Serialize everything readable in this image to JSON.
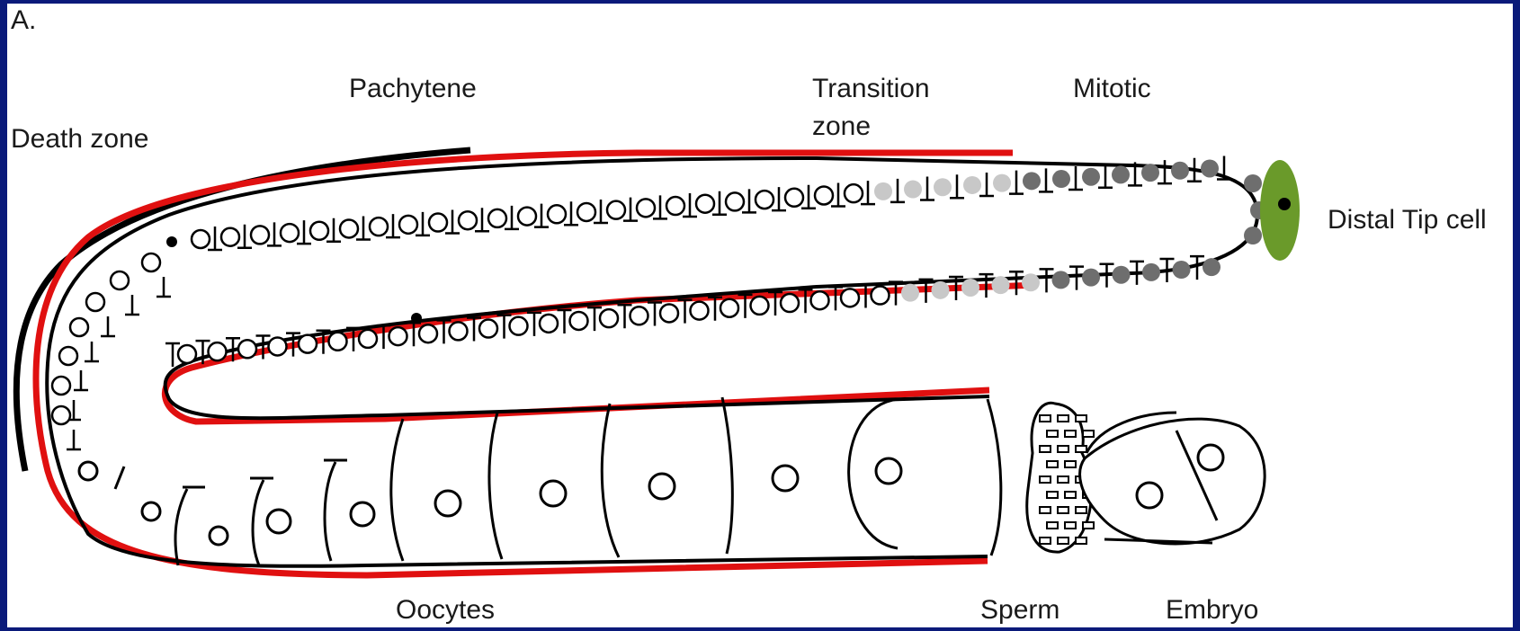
{
  "panel_label": "A.",
  "labels": {
    "pachytene": "Pachytene",
    "transition_zone_line1": "Transition",
    "transition_zone_line2": "zone",
    "mitotic": "Mitotic",
    "death_zone": "Death zone",
    "distal_tip_cell": "Distal Tip cell",
    "oocytes": "Oocytes",
    "sperm": "Sperm",
    "embryo": "Embryo"
  },
  "colors": {
    "background": "#0a1a7a",
    "outline": "#000000",
    "basement_membrane": "#e01010",
    "death_zone_line": "#000000",
    "distal_tip_cell": "#6a9a2a",
    "mitotic_nuclei": "#6e6e6e",
    "transition_nuclei": "#c8c8c8"
  }
}
